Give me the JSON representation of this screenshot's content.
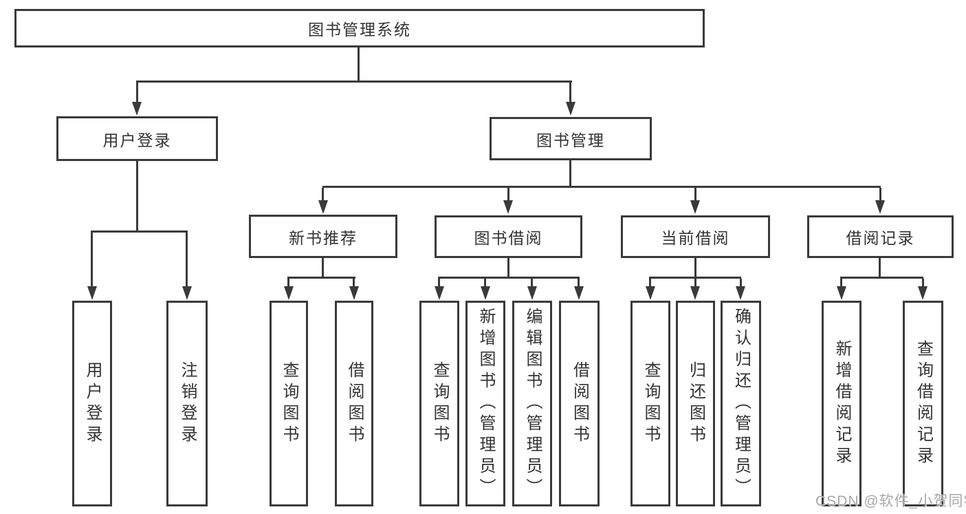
{
  "diagram": {
    "root": {
      "label": "图书管理系统"
    },
    "level2": {
      "user_login": {
        "label": "用户登录"
      },
      "book_mgmt": {
        "label": "图书管理"
      }
    },
    "level3": {
      "new_book": {
        "label": "新书推荐"
      },
      "book_borrow": {
        "label": "图书借阅"
      },
      "current_borrow": {
        "label": "当前借阅"
      },
      "borrow_record": {
        "label": "借阅记录"
      }
    },
    "leaves": {
      "user_login": [
        "用户登录",
        "注销登录"
      ],
      "new_book": [
        "查询图书",
        "借阅图书"
      ],
      "book_borrow": [
        "查询图书",
        "新增图书（管理员）",
        "编辑图书（管理员）",
        "借阅图书"
      ],
      "current_borrow": [
        "查询图书",
        "归还图书",
        "确认归还（管理员）"
      ],
      "borrow_record": [
        "新增借阅记录",
        "查询借阅记录"
      ]
    }
  },
  "watermark": "CSDN @软件_小贺同学",
  "colors": {
    "line": "#3a3a3a",
    "text": "#333333",
    "background": "#ffffff",
    "watermark": "#a8a8a8"
  }
}
